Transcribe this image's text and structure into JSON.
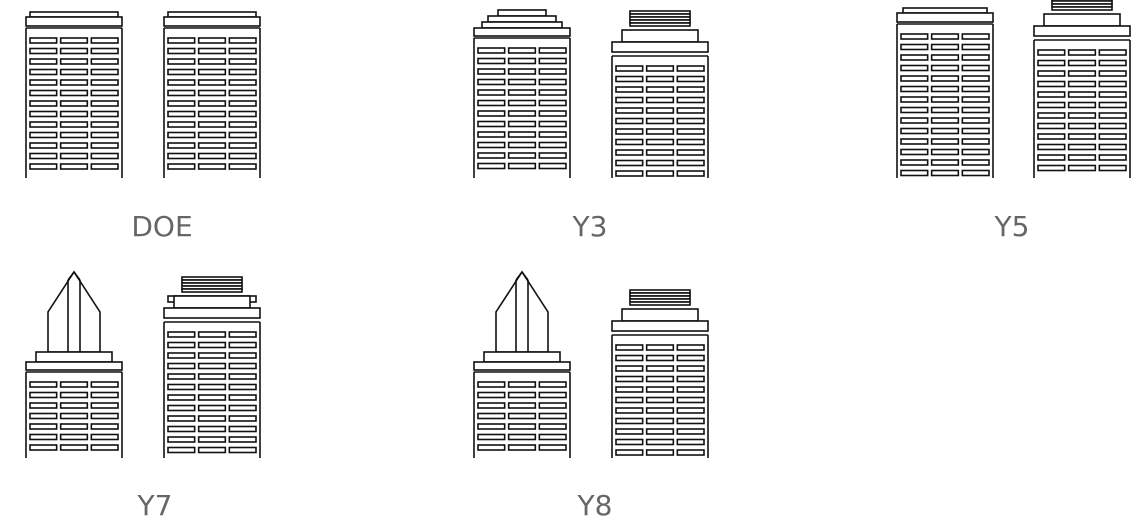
{
  "diagram": {
    "groups": [
      {
        "label": "DOE",
        "buildings": [
          {
            "position": "left",
            "top_style": "flat-parapet"
          },
          {
            "position": "right",
            "top_style": "flat-parapet"
          }
        ]
      },
      {
        "label": "Y3",
        "buildings": [
          {
            "position": "left",
            "top_style": "stepped-crown"
          },
          {
            "position": "right",
            "top_style": "ringed-crown"
          }
        ]
      },
      {
        "label": "Y5",
        "buildings": [
          {
            "position": "left",
            "top_style": "low-crown"
          },
          {
            "position": "right",
            "top_style": "ringed-crown"
          }
        ]
      },
      {
        "label": "Y7",
        "buildings": [
          {
            "position": "left",
            "top_style": "spire-crown"
          },
          {
            "position": "right",
            "top_style": "ringed-crown"
          }
        ]
      },
      {
        "label": "Y8",
        "buildings": [
          {
            "position": "left",
            "top_style": "spire-crown"
          },
          {
            "position": "right",
            "top_style": "ringed-crown"
          }
        ]
      }
    ]
  },
  "colors": {
    "line": "#111111",
    "caption": "#666666",
    "background": "#ffffff"
  }
}
